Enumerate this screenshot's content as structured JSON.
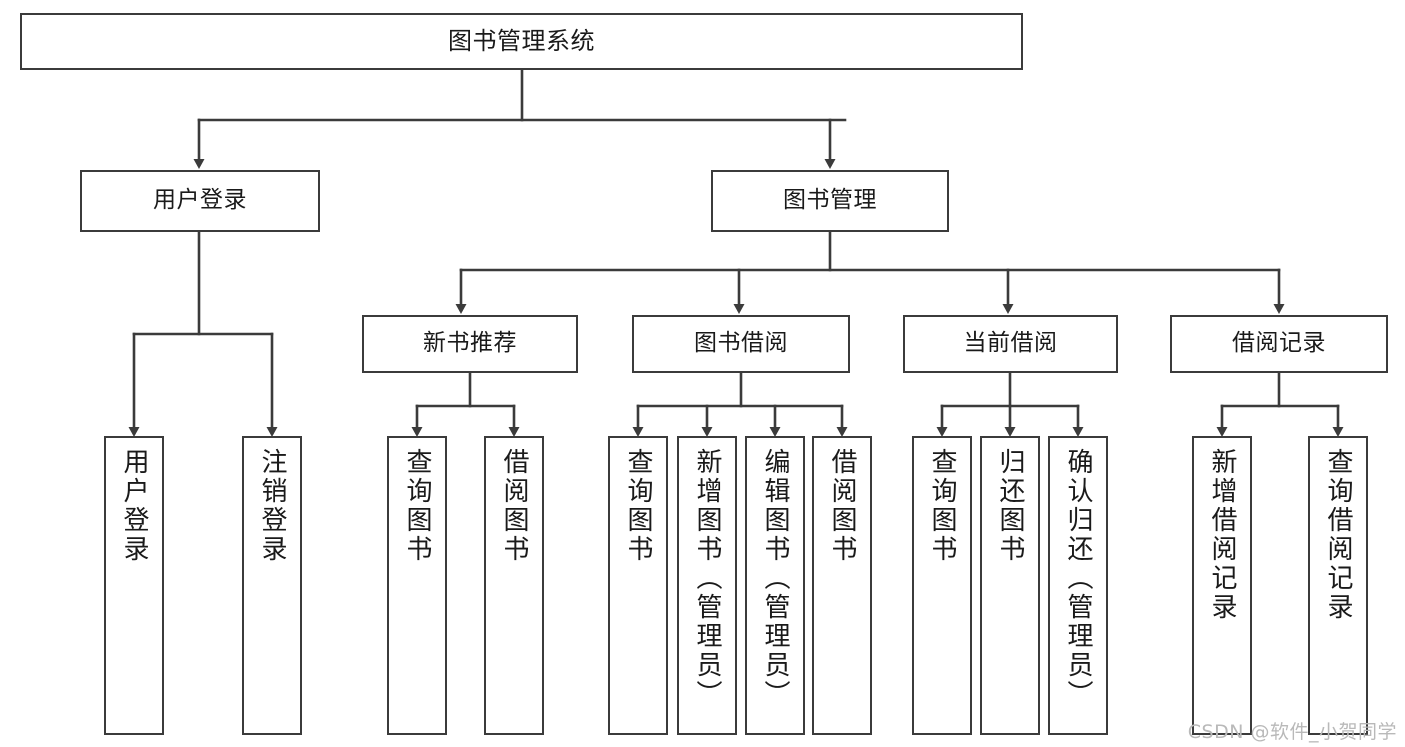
{
  "diagram": {
    "title": "图书管理系统",
    "type": "hierarchy-tree",
    "root": {
      "id": "root",
      "label": "图书管理系统"
    },
    "level2": [
      {
        "id": "user-login",
        "label": "用户登录"
      },
      {
        "id": "book-management",
        "label": "图书管理"
      }
    ],
    "level3": [
      {
        "id": "new-book-recommend",
        "label": "新书推荐"
      },
      {
        "id": "book-borrow",
        "label": "图书借阅"
      },
      {
        "id": "current-borrow",
        "label": "当前借阅"
      },
      {
        "id": "borrow-record",
        "label": "借阅记录"
      }
    ],
    "leaves": {
      "user_login": [
        {
          "id": "leaf-user-login",
          "label": "用户登录"
        },
        {
          "id": "leaf-logout-login",
          "label": "注销登录"
        }
      ],
      "new_book_recommend": [
        {
          "id": "leaf-query-book-1",
          "label": "查询图书"
        },
        {
          "id": "leaf-borrow-book-1",
          "label": "借阅图书"
        }
      ],
      "book_borrow": [
        {
          "id": "leaf-query-book-2",
          "label": "查询图书"
        },
        {
          "id": "leaf-add-book",
          "label": "新增图书（管理员）"
        },
        {
          "id": "leaf-edit-book",
          "label": "编辑图书（管理员）"
        },
        {
          "id": "leaf-borrow-book-2",
          "label": "借阅图书"
        }
      ],
      "current_borrow": [
        {
          "id": "leaf-query-book-3",
          "label": "查询图书"
        },
        {
          "id": "leaf-return-book",
          "label": "归还图书"
        },
        {
          "id": "leaf-confirm-return",
          "label": "确认归还（管理员）"
        }
      ],
      "borrow_record": [
        {
          "id": "leaf-add-record",
          "label": "新增借阅记录"
        },
        {
          "id": "leaf-query-record",
          "label": "查询借阅记录"
        }
      ]
    }
  },
  "watermark": {
    "text": "CSDN @软件_小贺同学"
  },
  "colors": {
    "stroke": "#3b3b3b",
    "box_fill": "#ffffff",
    "text": "#1a1a1a",
    "watermark": "#b9b9b9",
    "background": "#ffffff"
  }
}
